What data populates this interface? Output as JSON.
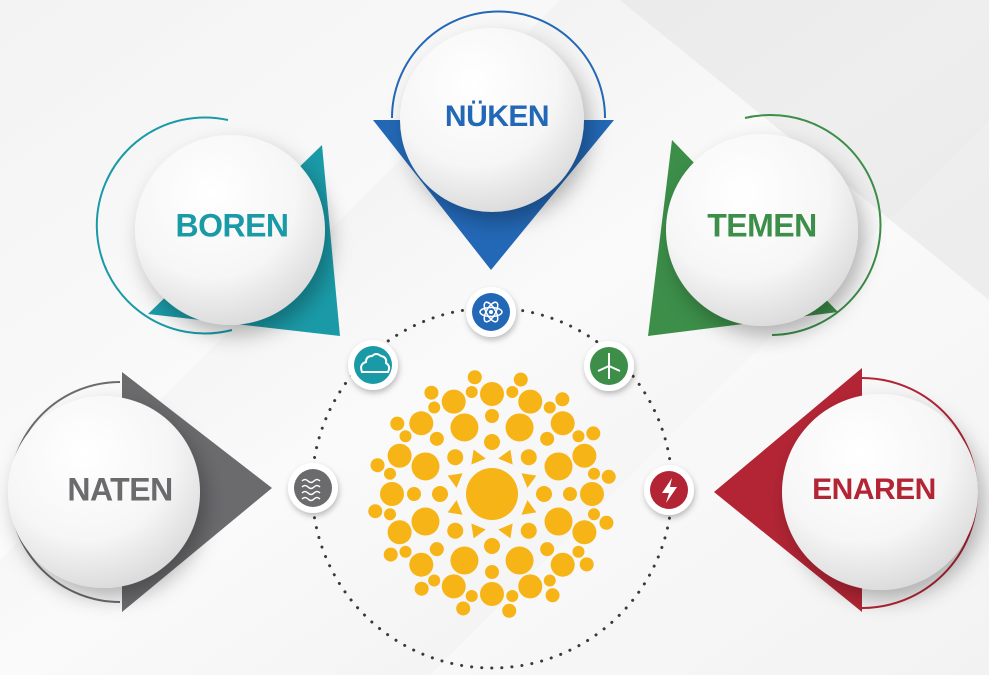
{
  "colors": {
    "boren": "#1a9aa7",
    "nuken": "#2368b6",
    "temen": "#3c8e49",
    "naten": "#6b6b6e",
    "enaren": "#b32535",
    "sun": "#f6b417"
  },
  "nodes": {
    "boren": {
      "label": "BOREN",
      "icon": "coral-icon"
    },
    "nuken": {
      "label": "NÜKEN",
      "icon": "atom-icon"
    },
    "temen": {
      "label": "TEMEN",
      "icon": "wind-turbine-icon"
    },
    "naten": {
      "label": "NATEN",
      "icon": "waves-icon"
    },
    "enaren": {
      "label": "ENAREN",
      "icon": "lightning-bolt-icon"
    }
  },
  "center": {
    "icon": "sun-icon"
  }
}
